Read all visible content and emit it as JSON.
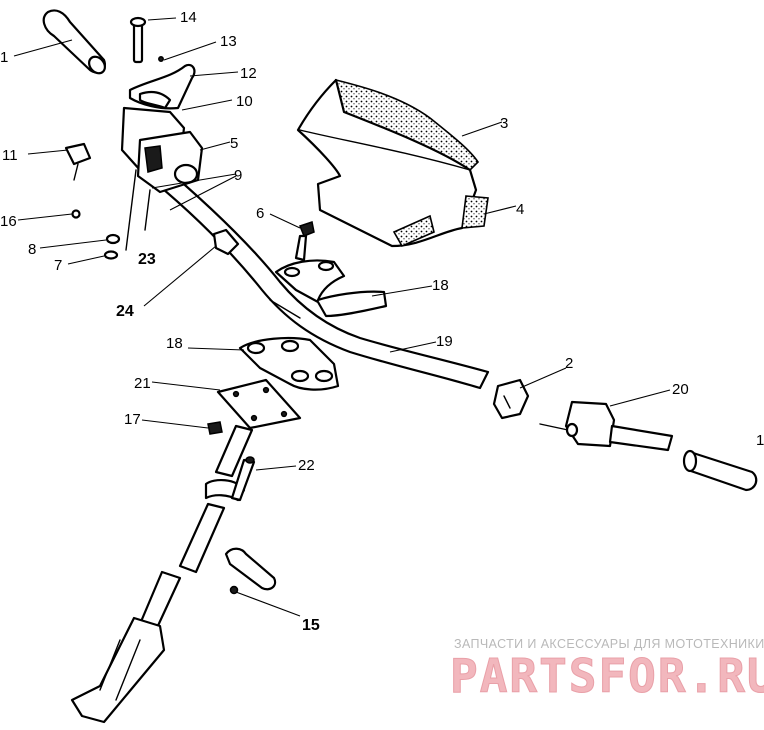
{
  "callouts": [
    {
      "id": "1a",
      "label": "1"
    },
    {
      "id": "1b",
      "label": "1"
    },
    {
      "id": "2",
      "label": "2"
    },
    {
      "id": "3",
      "label": "3"
    },
    {
      "id": "4",
      "label": "4"
    },
    {
      "id": "5",
      "label": "5"
    },
    {
      "id": "6",
      "label": "6"
    },
    {
      "id": "7",
      "label": "7"
    },
    {
      "id": "8",
      "label": "8"
    },
    {
      "id": "9",
      "label": "9"
    },
    {
      "id": "10",
      "label": "10"
    },
    {
      "id": "11",
      "label": "11"
    },
    {
      "id": "12",
      "label": "12"
    },
    {
      "id": "13",
      "label": "13"
    },
    {
      "id": "14",
      "label": "14"
    },
    {
      "id": "15",
      "label": "15"
    },
    {
      "id": "16",
      "label": "16"
    },
    {
      "id": "17",
      "label": "17"
    },
    {
      "id": "18a",
      "label": "18"
    },
    {
      "id": "18b",
      "label": "18"
    },
    {
      "id": "19",
      "label": "19"
    },
    {
      "id": "20",
      "label": "20"
    },
    {
      "id": "21",
      "label": "21"
    },
    {
      "id": "22",
      "label": "22"
    },
    {
      "id": "23",
      "label": "23"
    },
    {
      "id": "24",
      "label": "24"
    }
  ],
  "watermark": {
    "tagline": "ЗАПЧАСТИ И АКСЕССУАРЫ ДЛЯ МОТОТЕХНИКИ",
    "brand": "PARTSFOR.RU",
    "color": "#f2b7bd"
  }
}
